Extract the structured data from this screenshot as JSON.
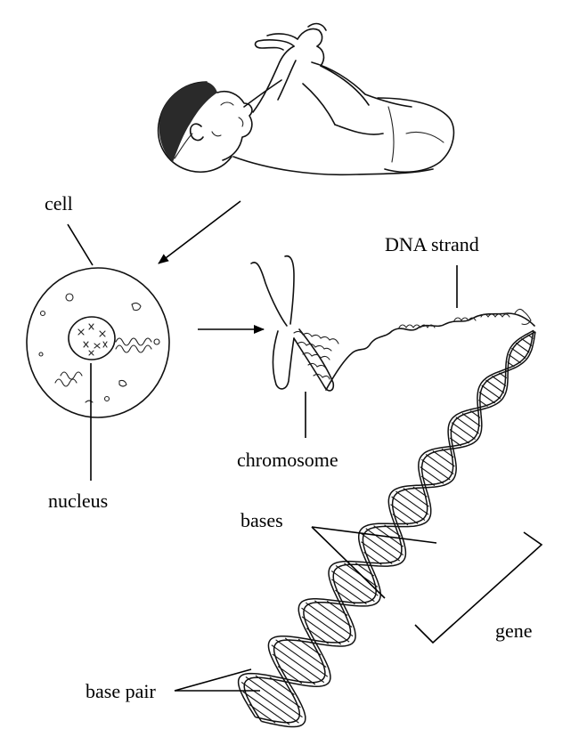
{
  "labels": {
    "cell": "cell",
    "nucleus": "nucleus",
    "chromosome": "chromosome",
    "dna_strand": "DNA strand",
    "bases": "bases",
    "gene": "gene",
    "base_pair": "base pair"
  },
  "colors": {
    "ink": "#111111",
    "background": "#ffffff"
  }
}
